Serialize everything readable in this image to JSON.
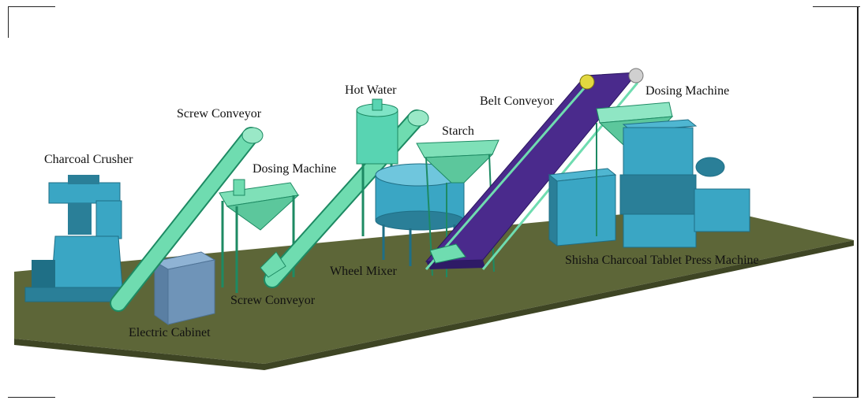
{
  "labels": {
    "charcoal_crusher": "Charcoal Crusher",
    "screw_conveyor_1": "Screw Conveyor",
    "dosing_machine_1": "Dosing Machine",
    "hot_water": "Hot Water",
    "starch": "Starch",
    "belt_conveyor": "Belt Conveyor",
    "dosing_machine_2": "Dosing Machine",
    "wheel_mixer": "Wheel Mixer",
    "shisha_press": "Shisha Charcoal Tablet Press Machine",
    "screw_conveyor_2": "Screw Conveyor",
    "electric_cabinet": "Electric Cabinet"
  },
  "colors": {
    "floor": "#5d6638",
    "floor_edge": "#3e4524",
    "machine_blue": "#3aa6c4",
    "machine_dark": "#2a7f98",
    "conveyor_green": "#6fdcb0",
    "belt_purple": "#4a2a8c",
    "cabinet": "#6f94b8"
  }
}
